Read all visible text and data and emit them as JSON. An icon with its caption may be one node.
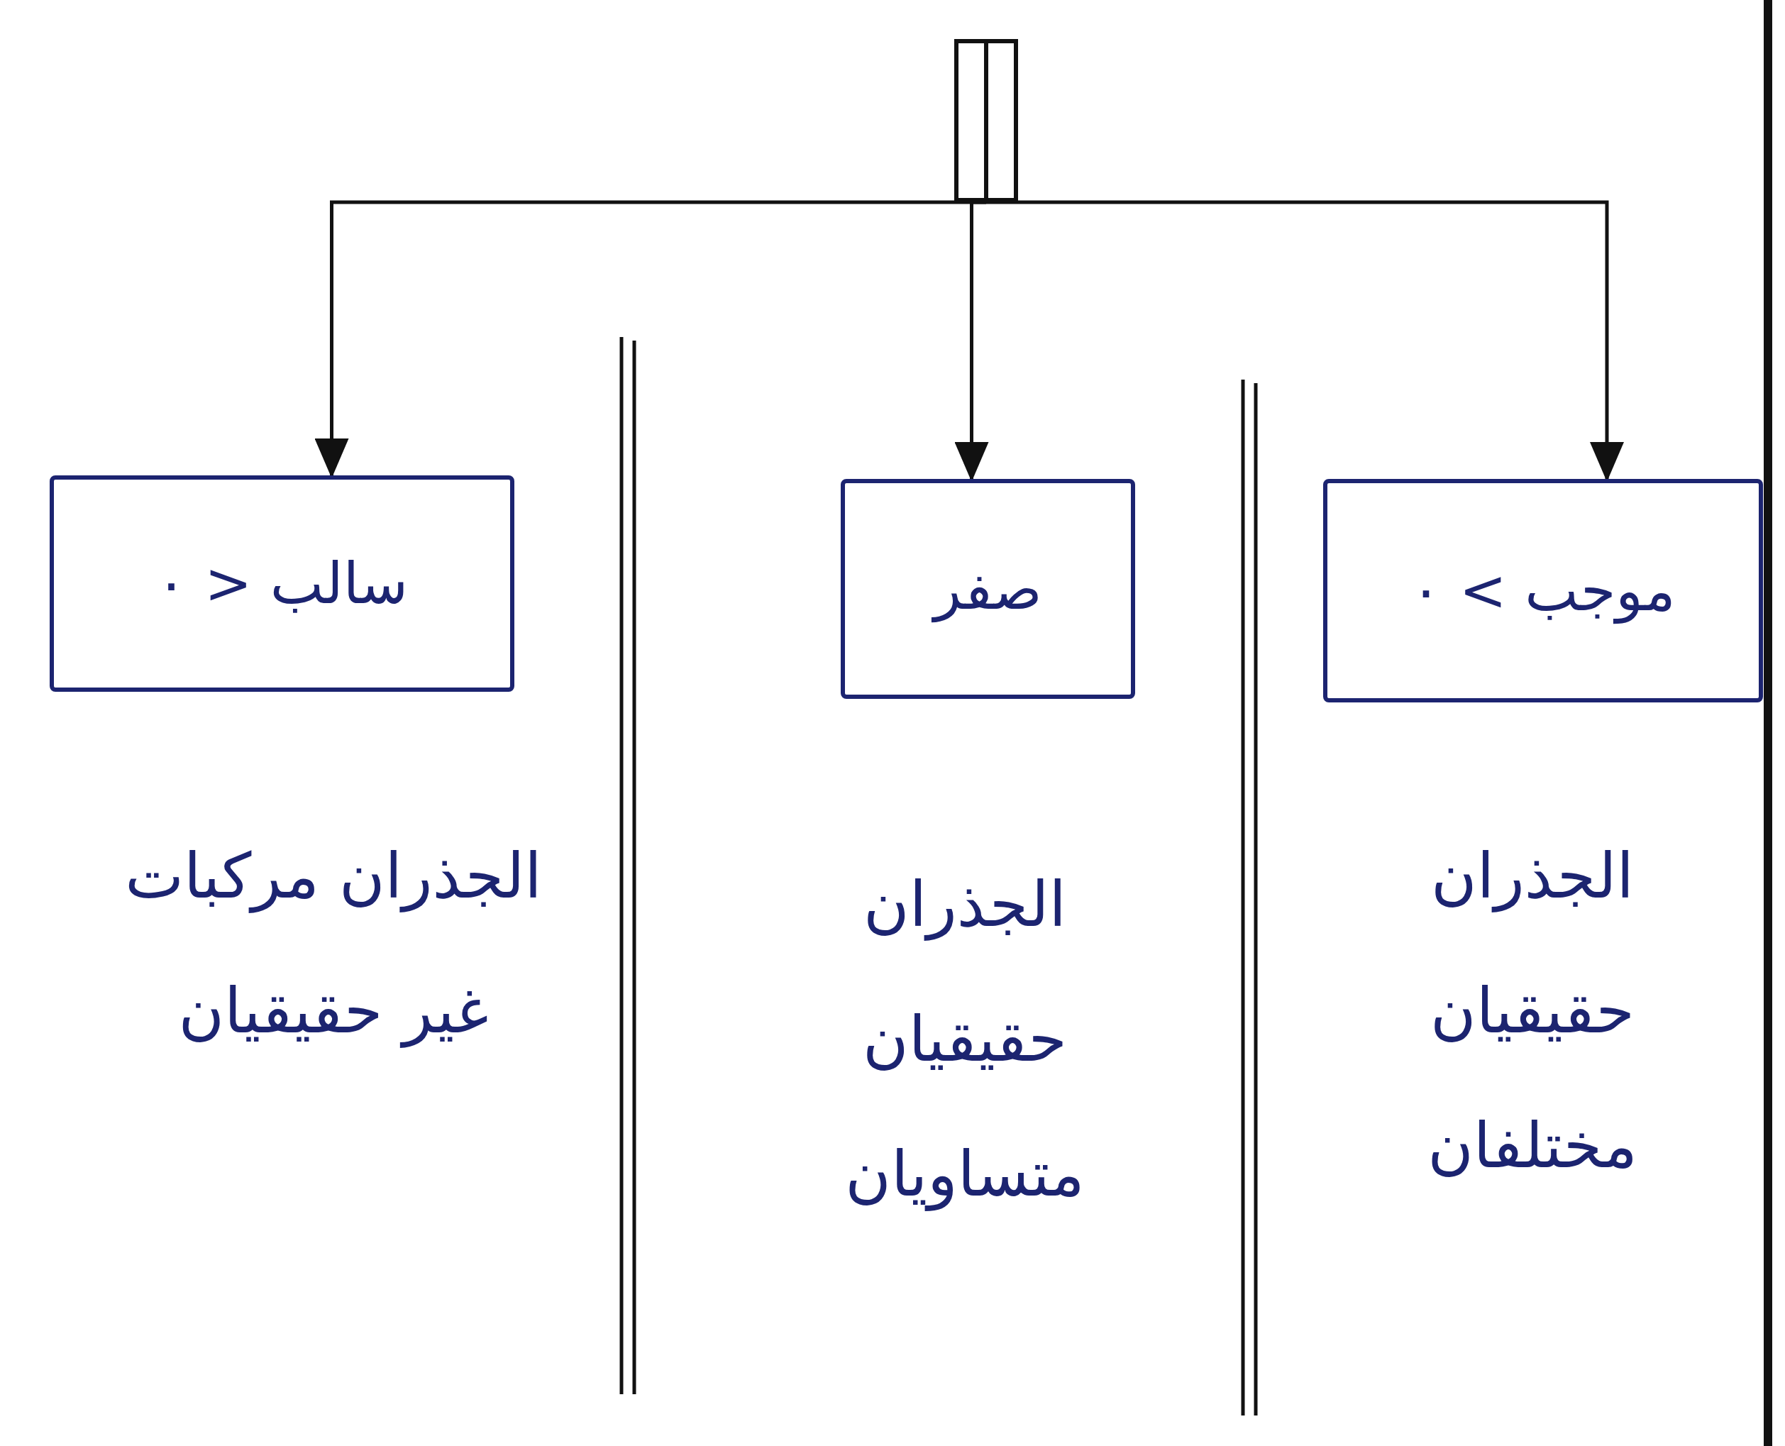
{
  "diagram": {
    "nodes": [
      {
        "text": [],
        "shape": "bar"
      },
      {
        "text": [
          "سالب < ٠"
        ],
        "beside": [
          "الجذران مركبات غير حقيقيان"
        ]
      },
      {
        "text": [
          "صفر"
        ],
        "beside": [
          "الجذران حقيقيان متساويان"
        ]
      },
      {
        "text": [
          "موجب > ٠"
        ],
        "beside": [
          "الجذران حقيقيان مختلفان"
        ]
      }
    ],
    "edges": [
      {
        "from": 0,
        "to": 1,
        "arrow": "to"
      },
      {
        "from": 0,
        "to": 2,
        "arrow": "to"
      },
      {
        "from": 0,
        "to": 3,
        "arrow": "to"
      }
    ]
  }
}
